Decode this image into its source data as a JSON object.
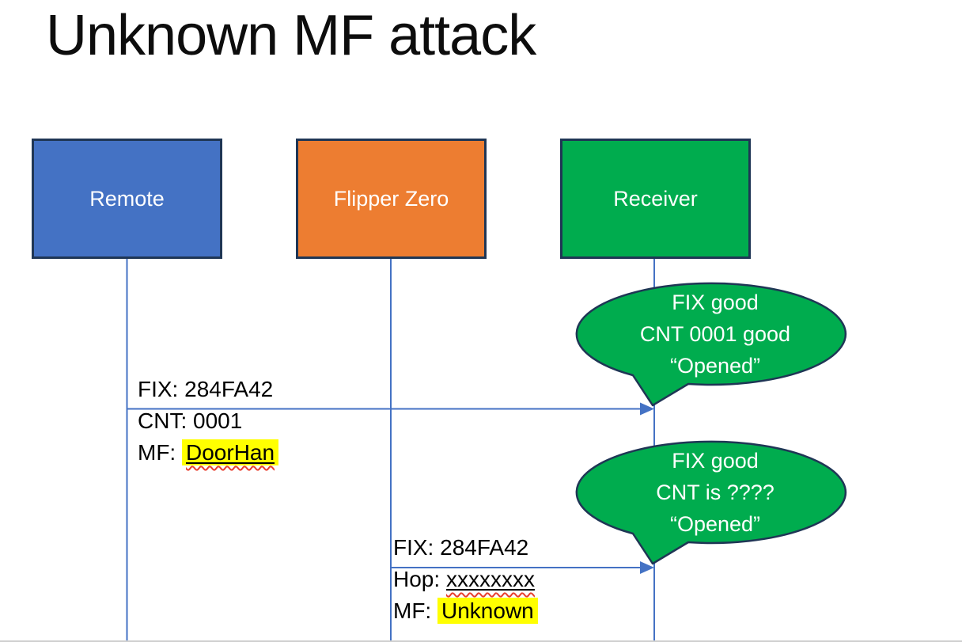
{
  "title": "Unknown MF attack",
  "colors": {
    "remote_fill": "#4472C4",
    "flipper_fill": "#ED7D31",
    "receiver_fill": "#00AC4E",
    "bubble_fill": "#00AC4E",
    "outline": "#1F3655",
    "connector": "#4472C4",
    "highlight": "#FFFF00",
    "squiggle": "#E8402F"
  },
  "actors": [
    {
      "label": "Remote"
    },
    {
      "label": "Flipper Zero"
    },
    {
      "label": "Receiver"
    }
  ],
  "messages": [
    {
      "line1": "FIX: 284FA42",
      "line2": "CNT: 0001",
      "line3_prefix": "MF: ",
      "line3_value": "DoorHan"
    },
    {
      "line1": "FIX: 284FA42",
      "line2_prefix": "Hop: ",
      "line2_value": "xxxxxxxx",
      "line3_prefix": "MF: ",
      "line3_value": "Unknown"
    }
  ],
  "bubbles": [
    {
      "line1": "FIX good",
      "line2": "CNT 0001 good",
      "line3": "“Opened”"
    },
    {
      "line1": "FIX good",
      "line2": "CNT is ????",
      "line3": "“Opened”"
    }
  ]
}
